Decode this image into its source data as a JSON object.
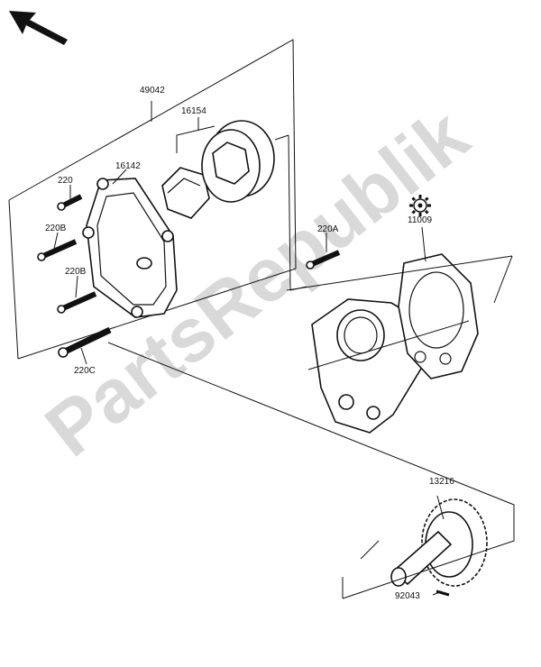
{
  "watermark": "PartsRepublik",
  "labels": {
    "l49042": "49042",
    "l16154": "16154",
    "l16142": "16142",
    "l220": "220",
    "l220b_1": "220B",
    "l220b_2": "220B",
    "l220c": "220C",
    "l220a": "220A",
    "l11009": "11009",
    "l13216": "13216",
    "l92043": "92043"
  },
  "icons": [
    "direction-arrow-icon",
    "gear-logo-icon"
  ]
}
